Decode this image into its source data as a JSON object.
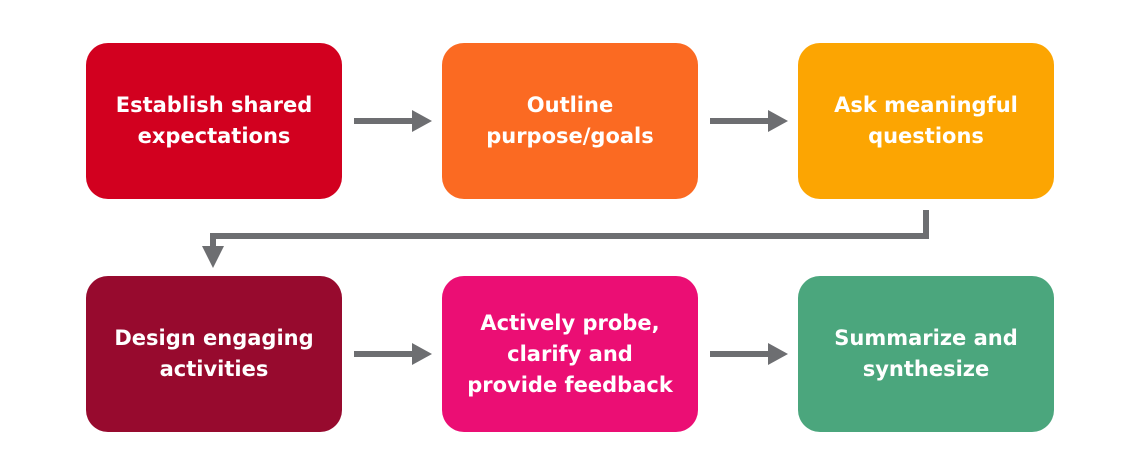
{
  "steps": [
    {
      "label": "Establish shared\nexpectations",
      "color": "#d2001f"
    },
    {
      "label": "Outline\npurpose/goals",
      "color": "#fb6a22"
    },
    {
      "label": "Ask meaningful\nquestions",
      "color": "#fca502"
    },
    {
      "label": "Design engaging\nactivities",
      "color": "#970a2e"
    },
    {
      "label": "Actively probe,\nclarify and\nprovide feedback",
      "color": "#eb0e74"
    },
    {
      "label": "Summarize and\nsynthesize",
      "color": "#4ba67d"
    }
  ],
  "arrow_color": "#6d6e71"
}
